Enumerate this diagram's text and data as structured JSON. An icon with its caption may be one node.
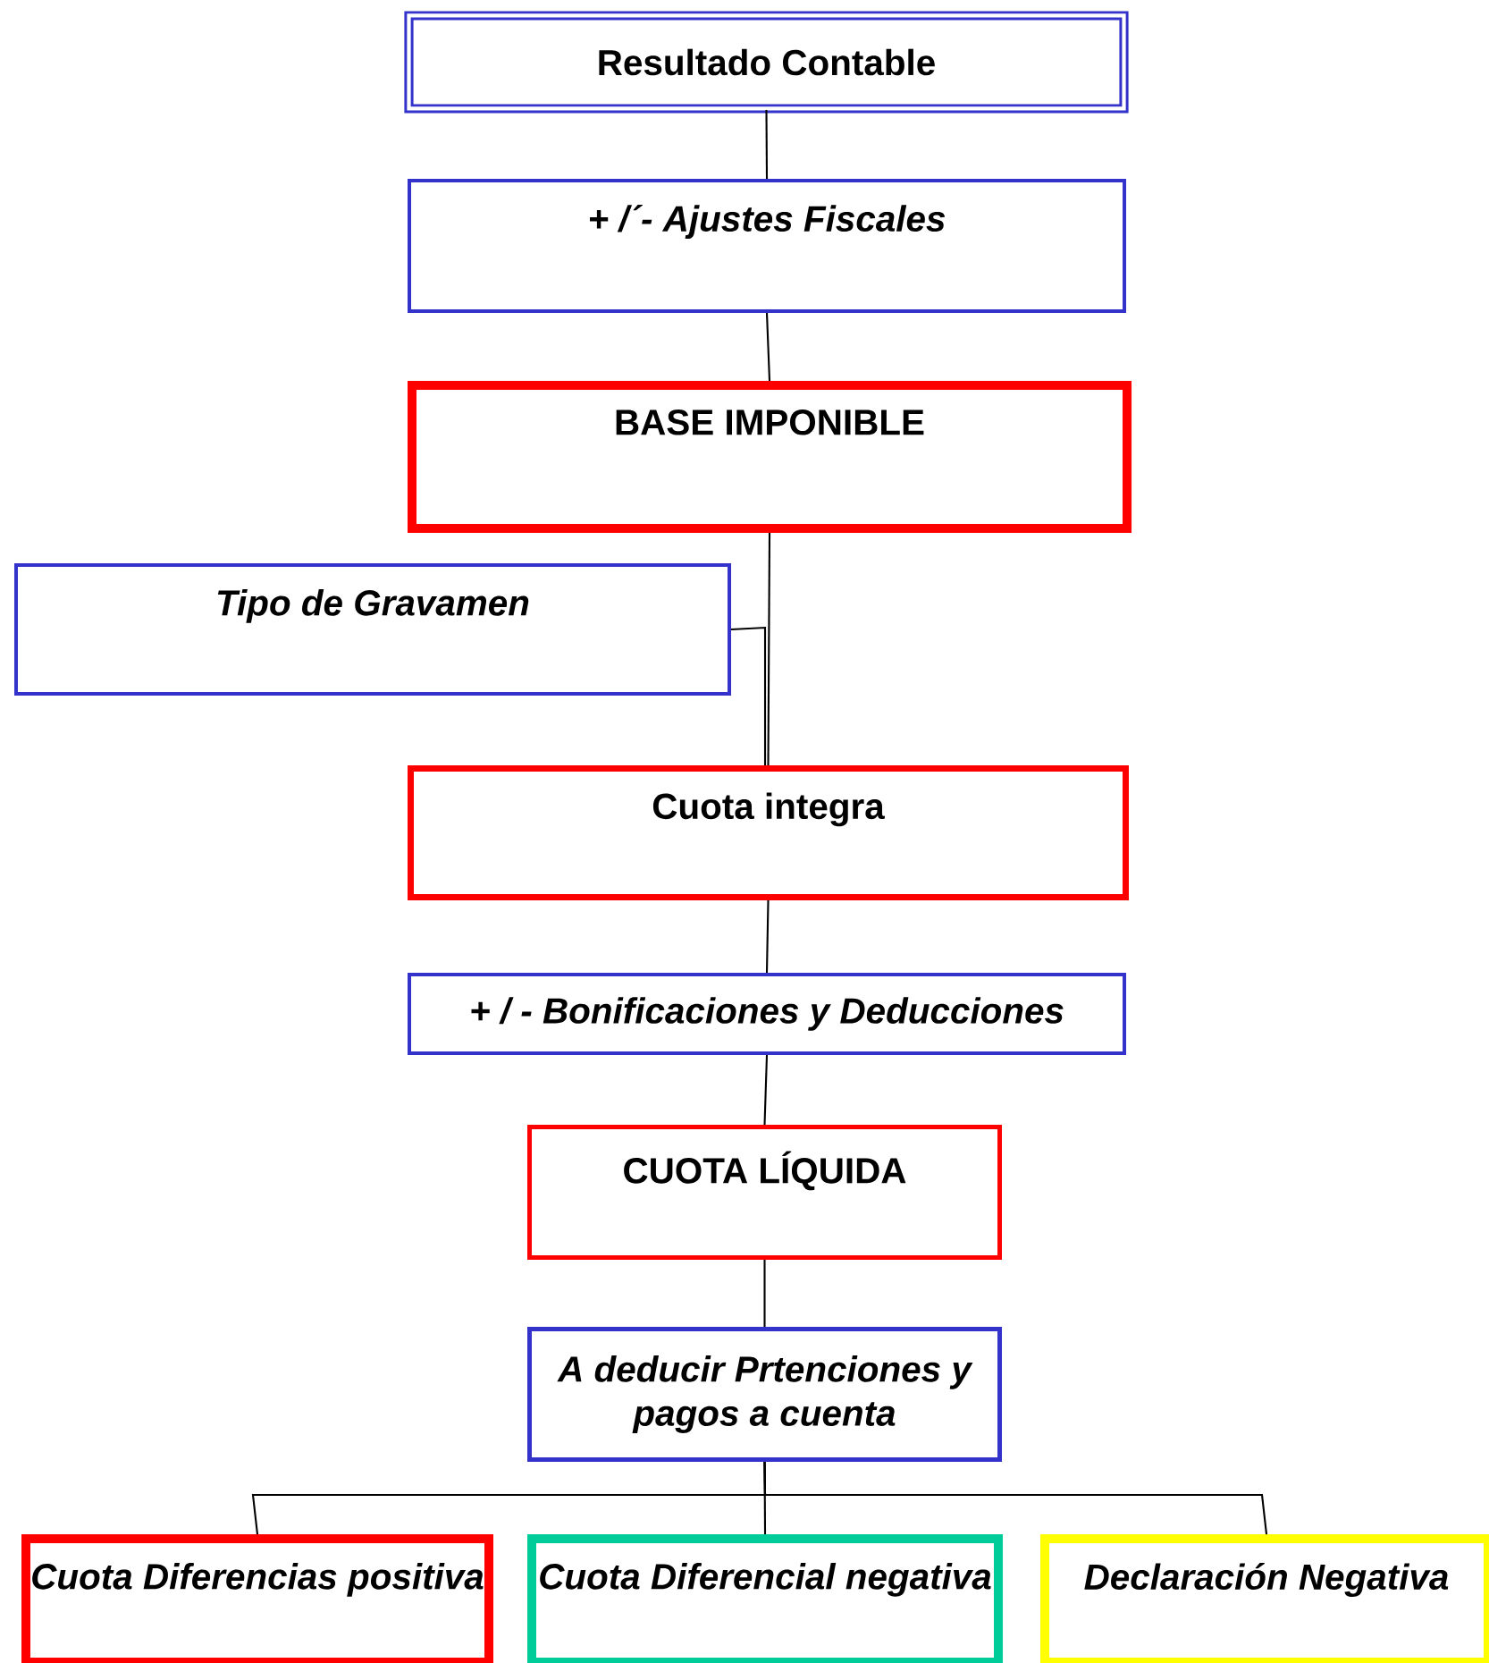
{
  "diagram": {
    "nodes": [
      {
        "text": [
          "Resultado Contable"
        ]
      },
      {
        "text": [
          "+ /´- Ajustes Fiscales"
        ]
      },
      {
        "text": [
          "BASE IMPONIBLE"
        ]
      },
      {
        "text": [
          "Tipo de Gravamen"
        ]
      },
      {
        "text": [
          "Cuota integra"
        ]
      },
      {
        "text": [
          "+ / - Bonificaciones y Deducciones"
        ]
      },
      {
        "text": [
          "CUOTA LÍQUIDA"
        ]
      },
      {
        "text": [
          "A deducir Prtenciones y pagos a cuenta"
        ]
      },
      {
        "text": [
          "Cuota Diferencias positiva"
        ]
      },
      {
        "text": [
          "Cuota Diferencial negativa"
        ]
      },
      {
        "text": [
          "Declaración Negativa"
        ]
      }
    ],
    "edges": [
      {
        "from": 0,
        "to": 1,
        "arrow": "none"
      },
      {
        "from": 1,
        "to": 2,
        "arrow": "none"
      },
      {
        "from": 2,
        "to": 4,
        "arrow": "none"
      },
      {
        "from": 3,
        "to": 4,
        "arrow": "none"
      },
      {
        "from": 4,
        "to": 5,
        "arrow": "none"
      },
      {
        "from": 5,
        "to": 6,
        "arrow": "none"
      },
      {
        "from": 6,
        "to": 7,
        "arrow": "none"
      },
      {
        "from": 7,
        "to": 8,
        "arrow": "none"
      },
      {
        "from": 7,
        "to": 9,
        "arrow": "none"
      },
      {
        "from": 7,
        "to": 10,
        "arrow": "none"
      }
    ]
  }
}
